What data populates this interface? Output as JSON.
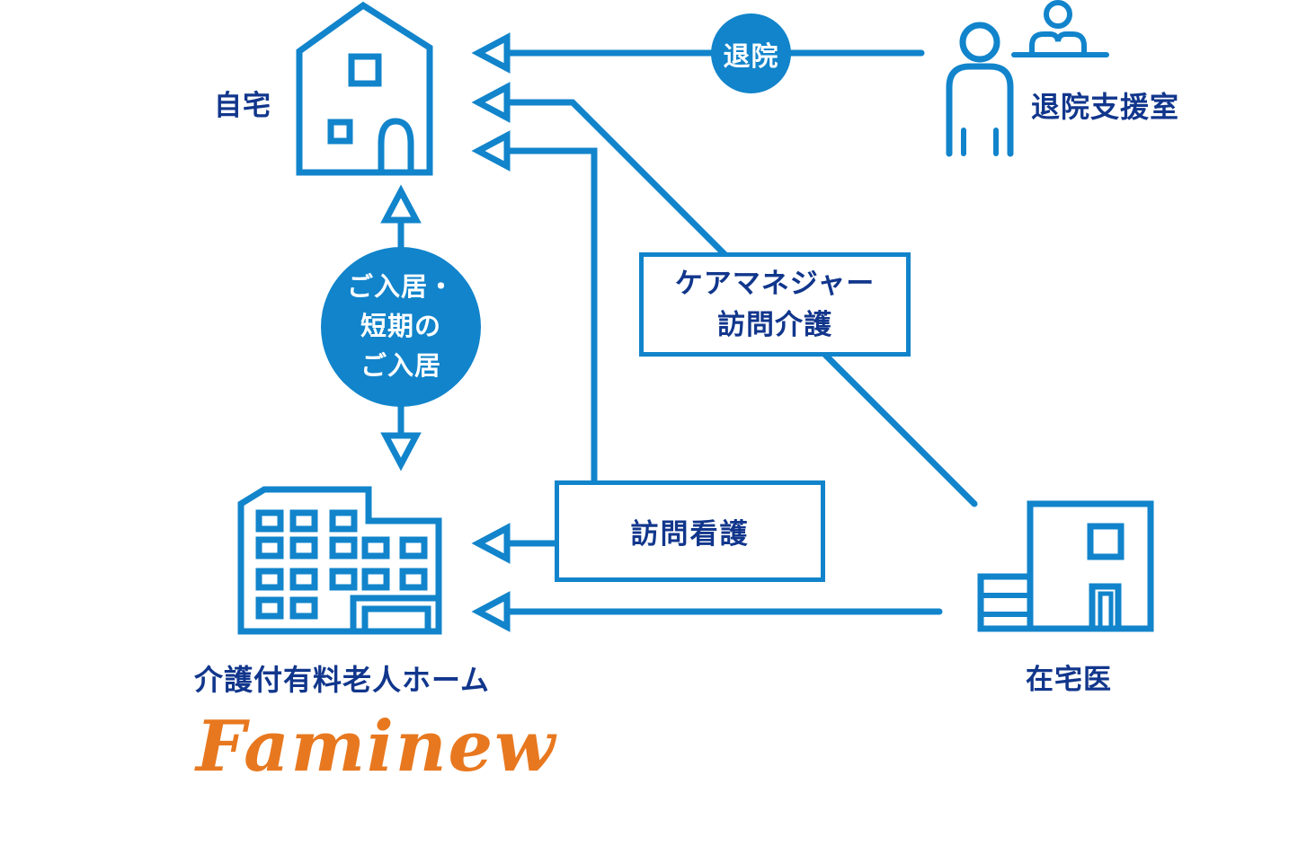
{
  "diagram": {
    "nodes": {
      "home": {
        "label": "自宅"
      },
      "discharge_support": {
        "label": "退院支援室"
      },
      "nursing_home": {
        "label": "介護付有料老人ホーム"
      },
      "home_doctor": {
        "label": "在宅医"
      }
    },
    "badges": {
      "discharge": "退院",
      "move_in_lines": [
        "ご入居・",
        "短期の",
        "ご入居"
      ]
    },
    "boxes": {
      "care_manager": {
        "lines": [
          "ケアマネジャー",
          "訪問介護"
        ]
      },
      "visiting_nursing": {
        "label": "訪問看護"
      }
    },
    "logo": {
      "text": "Faminew"
    },
    "icons": {
      "house-icon": "outlined house with windows and arched door",
      "nursing-home-building-icon": "outlined multi-story building with window grid and entrance",
      "clinic-building-icon": "outlined square clinic building with window, door and side annex",
      "patient-person-icon": "outlined person (head and torso)",
      "receptionist-person-icon": "outlined person behind counter"
    },
    "colors": {
      "line_blue": "#1184cb",
      "text_navy": "#11368c",
      "logo_orange": "#e8781f",
      "badge_text": "#ffffff",
      "background": "#ffffff"
    }
  }
}
